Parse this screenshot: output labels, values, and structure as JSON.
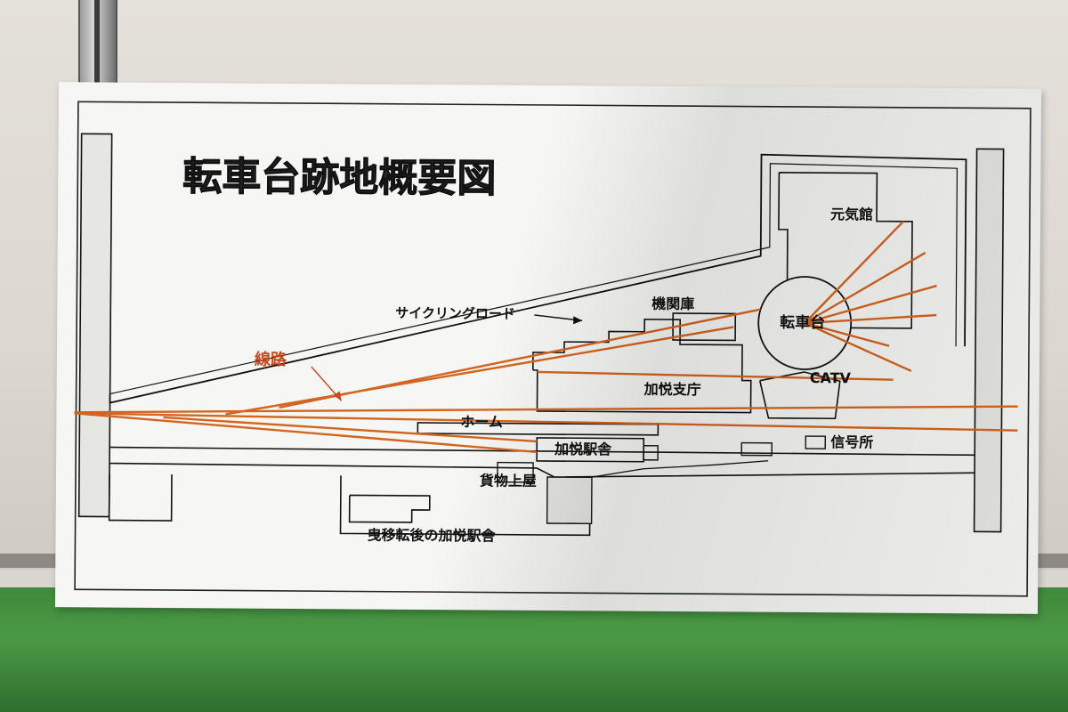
{
  "title": "転車台跡地概要図",
  "labels": {
    "cycling_road": "サイクリングロード",
    "tracks": "線路",
    "engine_shed": "機関庫",
    "turntable": "転車台",
    "genkikan": "元気館",
    "catv": "CATV",
    "branch_office": "加悦支庁",
    "platform": "ホーム",
    "station": "加悦駅舎",
    "freight_shed": "貨物上屋",
    "signal_box": "信号所",
    "relocated_station": "曳移転後の加悦駅舎"
  },
  "colors": {
    "track": "#d4651f",
    "track_label": "#c8481a",
    "line": "#111111",
    "board": "#f6f6f4"
  }
}
